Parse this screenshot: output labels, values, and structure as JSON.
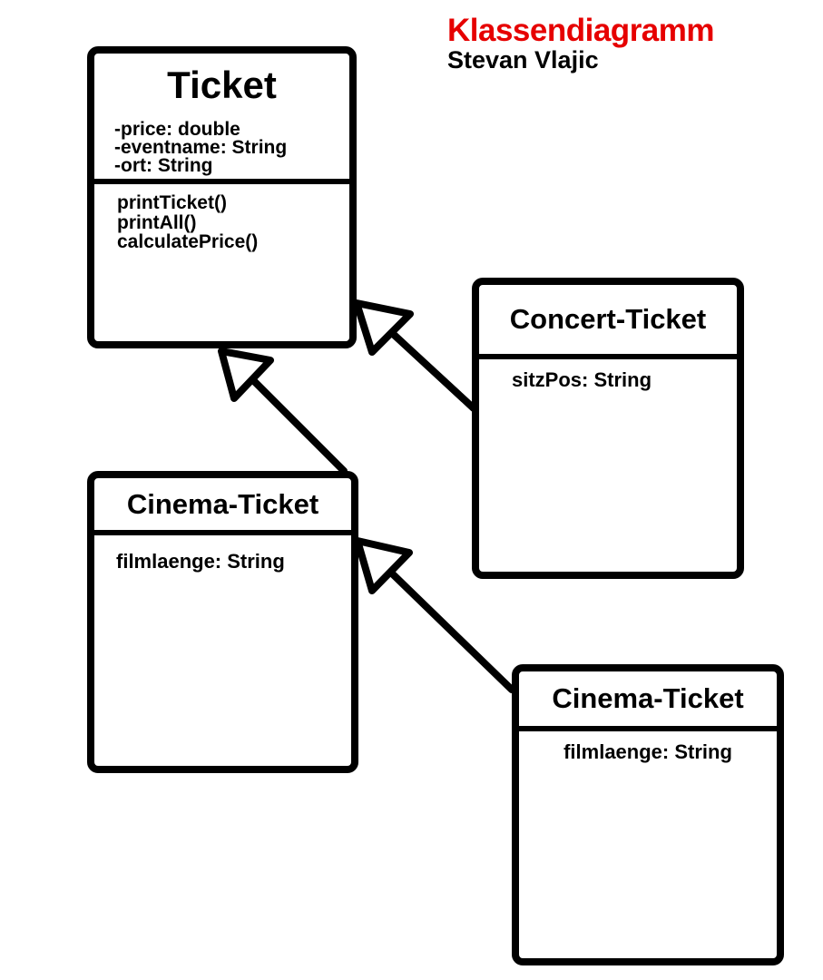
{
  "heading": {
    "title": "Klassendiagramm",
    "author": "Stevan Vlajic"
  },
  "classes": {
    "ticket": {
      "name": "Ticket",
      "attributes": [
        "-price: double",
        "-eventname: String",
        "-ort: String"
      ],
      "methods": [
        "printTicket()",
        "printAll()",
        "calculatePrice()"
      ]
    },
    "concert": {
      "name": "Concert-Ticket",
      "attributes": [
        "sitzPos: String"
      ]
    },
    "cinema_1": {
      "name": "Cinema-Ticket",
      "attributes": [
        "filmlaenge: String"
      ]
    },
    "cinema_2": {
      "name": "Cinema-Ticket",
      "attributes": [
        "filmlaenge: String"
      ]
    }
  },
  "colors": {
    "title": "#e60000",
    "stroke": "#000000",
    "background": "#ffffff"
  }
}
